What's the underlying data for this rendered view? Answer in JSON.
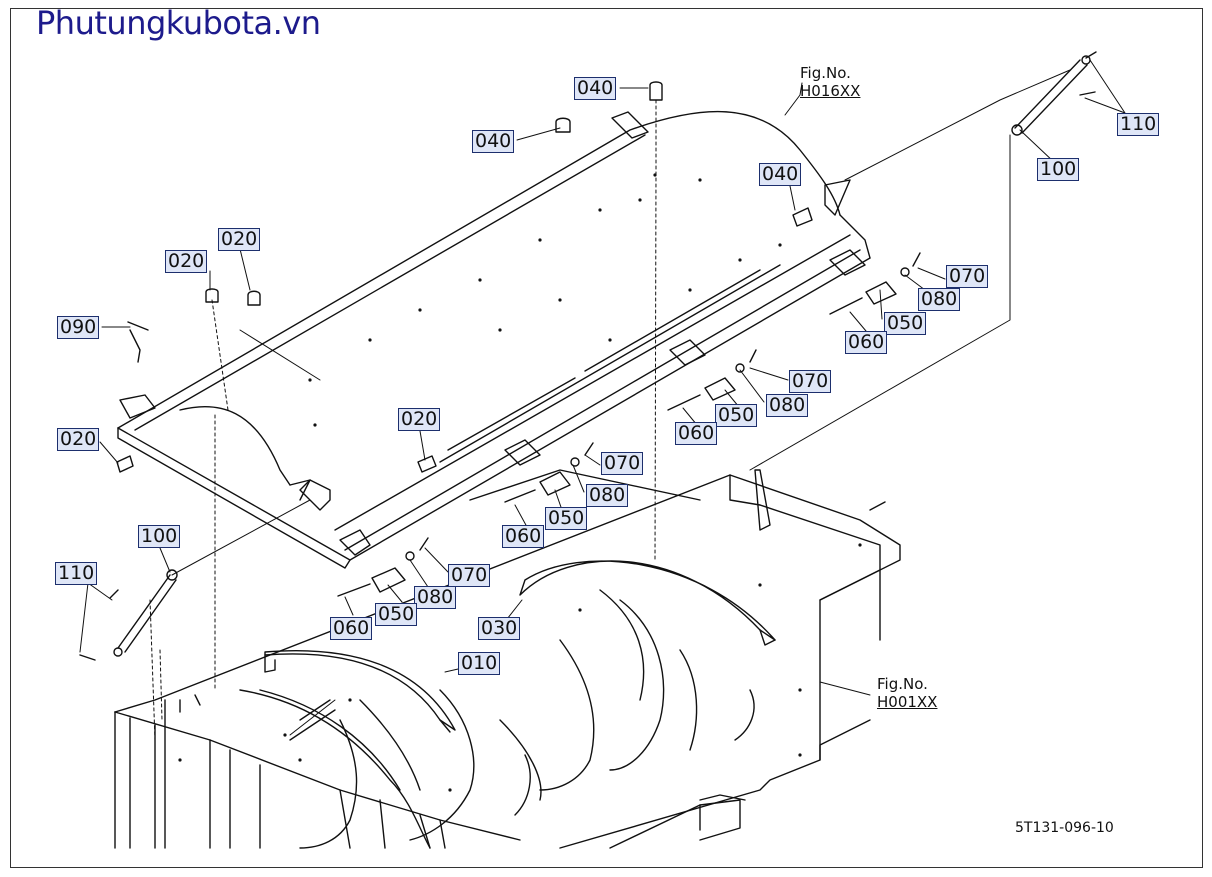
{
  "site_title": "Phutungkubota.vn",
  "drawing_code": "5T131-096-10",
  "fig_refs": [
    {
      "label": "Fig.No.",
      "code": "H016XX"
    },
    {
      "label": "Fig.No.",
      "code": "H001XX"
    }
  ],
  "callouts": [
    "040",
    "040",
    "040",
    "110",
    "100",
    "020",
    "020",
    "090",
    "020",
    "020",
    "070",
    "080",
    "050",
    "060",
    "070",
    "080",
    "050",
    "060",
    "070",
    "080",
    "050",
    "060",
    "100",
    "110",
    "070",
    "080",
    "050",
    "060",
    "030",
    "010"
  ],
  "colors": {
    "brand": "#1d1b8c",
    "callout_fill": "#dfe6f7",
    "callout_border": "#1d2f6d",
    "line": "#111111"
  }
}
